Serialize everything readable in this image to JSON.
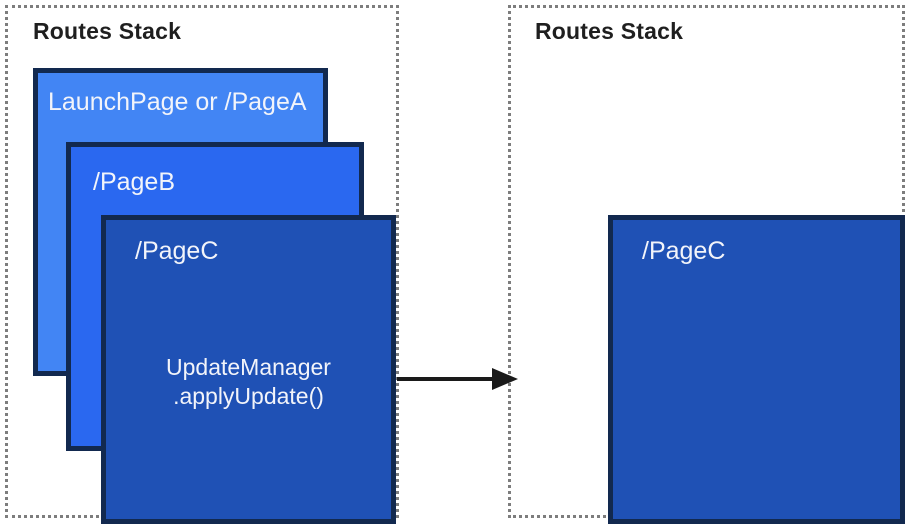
{
  "diagram": {
    "title_before": "Routes Stack",
    "title_after": "Routes Stack",
    "colors": {
      "page_a": "#4285F4",
      "page_b": "#2A68F0",
      "page_c": "#1F51B5",
      "card_border": "#12294F",
      "panel_border": "#7D7D7D",
      "arrow": "#1A1A1A",
      "title_text": "#1F1F1F",
      "card_text": "#F2F4FA",
      "background": "#FFFFFF"
    },
    "before": {
      "panel_label": "Routes Stack",
      "cards": [
        {
          "label": "LaunchPage or /PageA",
          "note": ""
        },
        {
          "label": "/PageB",
          "note": ""
        },
        {
          "label": "/PageC",
          "note": "UpdateManager\n.applyUpdate()"
        }
      ]
    },
    "after": {
      "panel_label": "Routes Stack",
      "cards": [
        {
          "label": "/PageC",
          "note": ""
        }
      ]
    },
    "arrow": {
      "name": "transition-arrow",
      "direction": "right"
    }
  }
}
